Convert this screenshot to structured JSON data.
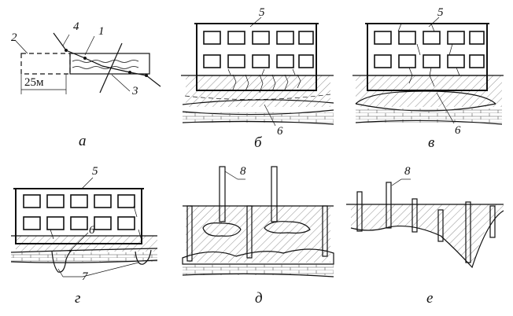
{
  "panels": {
    "a": {
      "caption": "а",
      "labels": {
        "l1": "1",
        "l2": "2",
        "l3": "3",
        "l4": "4"
      },
      "dimension": "25м"
    },
    "b": {
      "caption": "б",
      "labels": {
        "l5": "5",
        "l6": "6"
      }
    },
    "v": {
      "caption": "в",
      "labels": {
        "l5": "5",
        "l6": "6"
      }
    },
    "g": {
      "caption": "г",
      "labels": {
        "l5": "5",
        "l6": "6",
        "l7": "7"
      }
    },
    "d": {
      "caption": "д",
      "labels": {
        "l8": "8"
      }
    },
    "e": {
      "caption": "е",
      "labels": {
        "l8": "8"
      }
    }
  }
}
